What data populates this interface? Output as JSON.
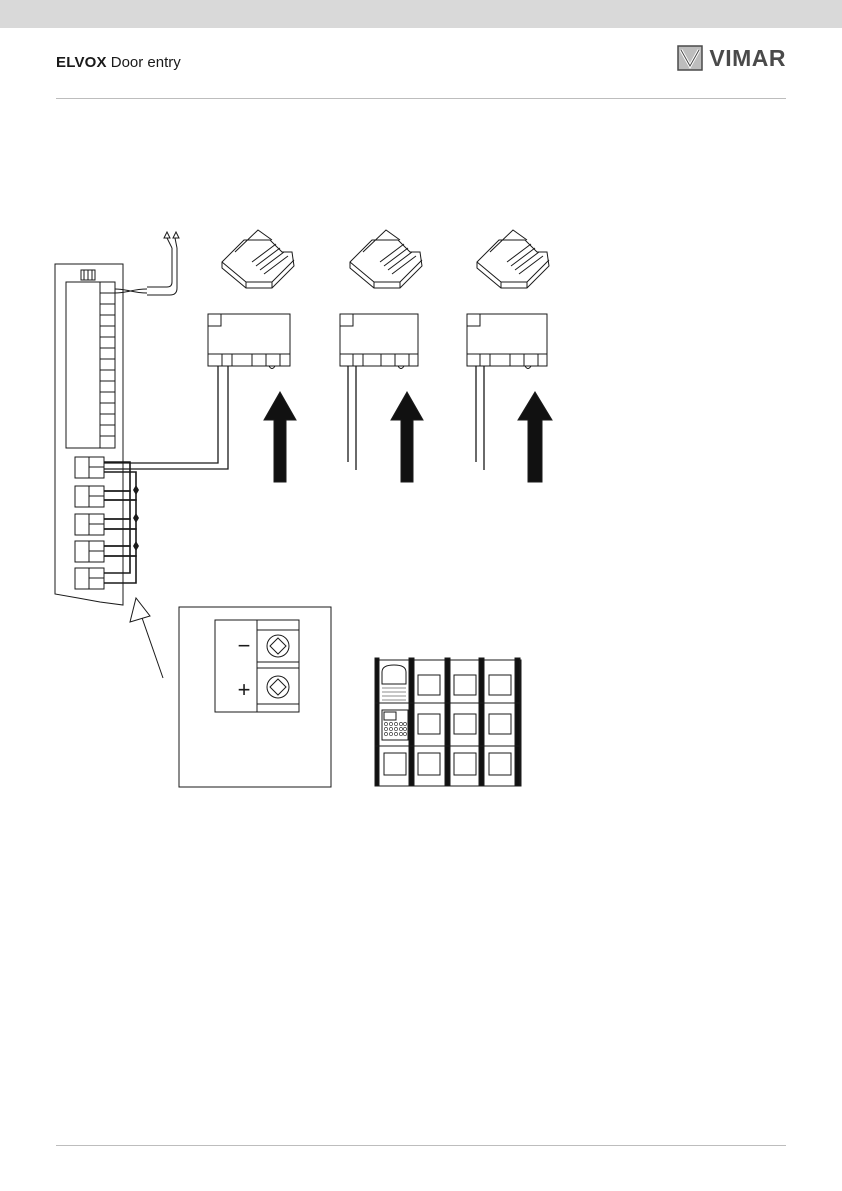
{
  "header": {
    "brand_bold": "ELVOX",
    "brand_light": "Door entry",
    "logo_text": "VIMAR"
  },
  "diagram": {
    "terminal_minus": "−",
    "terminal_plus": "+"
  },
  "colors": {
    "top_band": "#d9d9d9",
    "rule": "#bdbdbd",
    "line": "#1a1a1a",
    "logo": "#4a4a4a"
  }
}
